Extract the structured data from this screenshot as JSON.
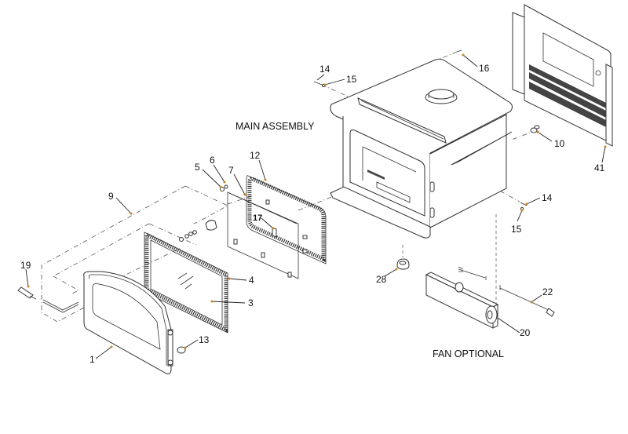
{
  "diagram": {
    "titles": {
      "main_assembly": "MAIN ASSEMBLY",
      "fan_optional": "FAN OPTIONAL"
    },
    "callouts": [
      {
        "id": "c1",
        "label": "1",
        "part": "door"
      },
      {
        "id": "c3",
        "label": "3",
        "part": "glass"
      },
      {
        "id": "c4",
        "label": "4",
        "part": "glass-gasket"
      },
      {
        "id": "c5",
        "label": "5",
        "part": "latch-washer"
      },
      {
        "id": "c6",
        "label": "6",
        "part": "latch-pin"
      },
      {
        "id": "c7",
        "label": "7",
        "part": "glass-retainer"
      },
      {
        "id": "c9",
        "label": "9",
        "part": "door-handle-assembly"
      },
      {
        "id": "c10",
        "label": "10",
        "part": "snap-disc"
      },
      {
        "id": "c12",
        "label": "12",
        "part": "door-gasket"
      },
      {
        "id": "c13",
        "label": "13",
        "part": "hinge-cap"
      },
      {
        "id": "c14a",
        "label": "14",
        "part": "screw-top"
      },
      {
        "id": "c15a",
        "label": "15",
        "part": "washer-top"
      },
      {
        "id": "c14b",
        "label": "14",
        "part": "screw-side"
      },
      {
        "id": "c15b",
        "label": "15",
        "part": "washer-side"
      },
      {
        "id": "c16",
        "label": "16",
        "part": "screw-rear"
      },
      {
        "id": "c17",
        "label": "17",
        "part": "retainer-clip"
      },
      {
        "id": "c19",
        "label": "19",
        "part": "handle-spring"
      },
      {
        "id": "c20",
        "label": "20",
        "part": "blower"
      },
      {
        "id": "c22",
        "label": "22",
        "part": "power-cord"
      },
      {
        "id": "c28",
        "label": "28",
        "part": "thermo-switch"
      },
      {
        "id": "c41",
        "label": "41",
        "part": "heat-shield"
      }
    ],
    "colors": {
      "line": "#333333",
      "leader_tip": "#c8861e",
      "background": "#ffffff"
    }
  }
}
